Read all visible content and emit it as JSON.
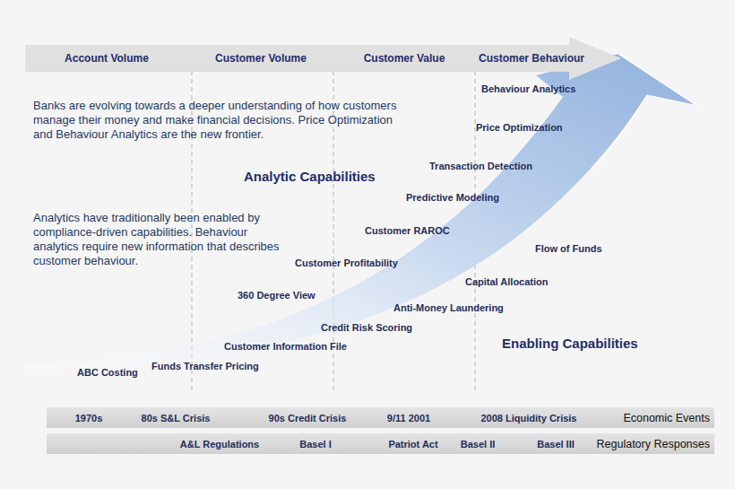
{
  "diagram": {
    "nodes": [
      {
        "text": [
          "Account Volume",
          "Customer Volume",
          "Customer Value",
          "Customer Behaviour"
        ]
      },
      {
        "text": [
          "1970s",
          "80s S&L Crisis",
          "90s Credit Crisis",
          "9/11 2001",
          "2008 Liquidity Crisis",
          "Economic Events"
        ]
      },
      {
        "text": [
          "A&L Regulations",
          "Basel I",
          "Patriot Act",
          "Basel II",
          "Basel III",
          "Regulatory Responses"
        ]
      }
    ],
    "labels": [
      "Banks are evolving towards a deeper understanding of how customers manage their money and make financial decisions. Price Optimization and Behaviour Analytics are the new frontier.",
      "Analytics have traditionally been enabled by compliance-driven capabilities. Behaviour analytics require new information that describes customer behaviour.",
      "Analytic Capabilities",
      "Enabling Capabilities",
      "Behaviour Analytics",
      "Price Optimization",
      "Transaction Detection",
      "Predictive Modeling",
      "Customer RAROC",
      "Customer Profitability",
      "360 Degree View",
      "Customer Information File",
      "Funds Transfer Pricing",
      "ABC Costing",
      "Flow of Funds",
      "Capital Allocation",
      "Anti-Money Laundering",
      "Credit Risk Scoring"
    ]
  }
}
